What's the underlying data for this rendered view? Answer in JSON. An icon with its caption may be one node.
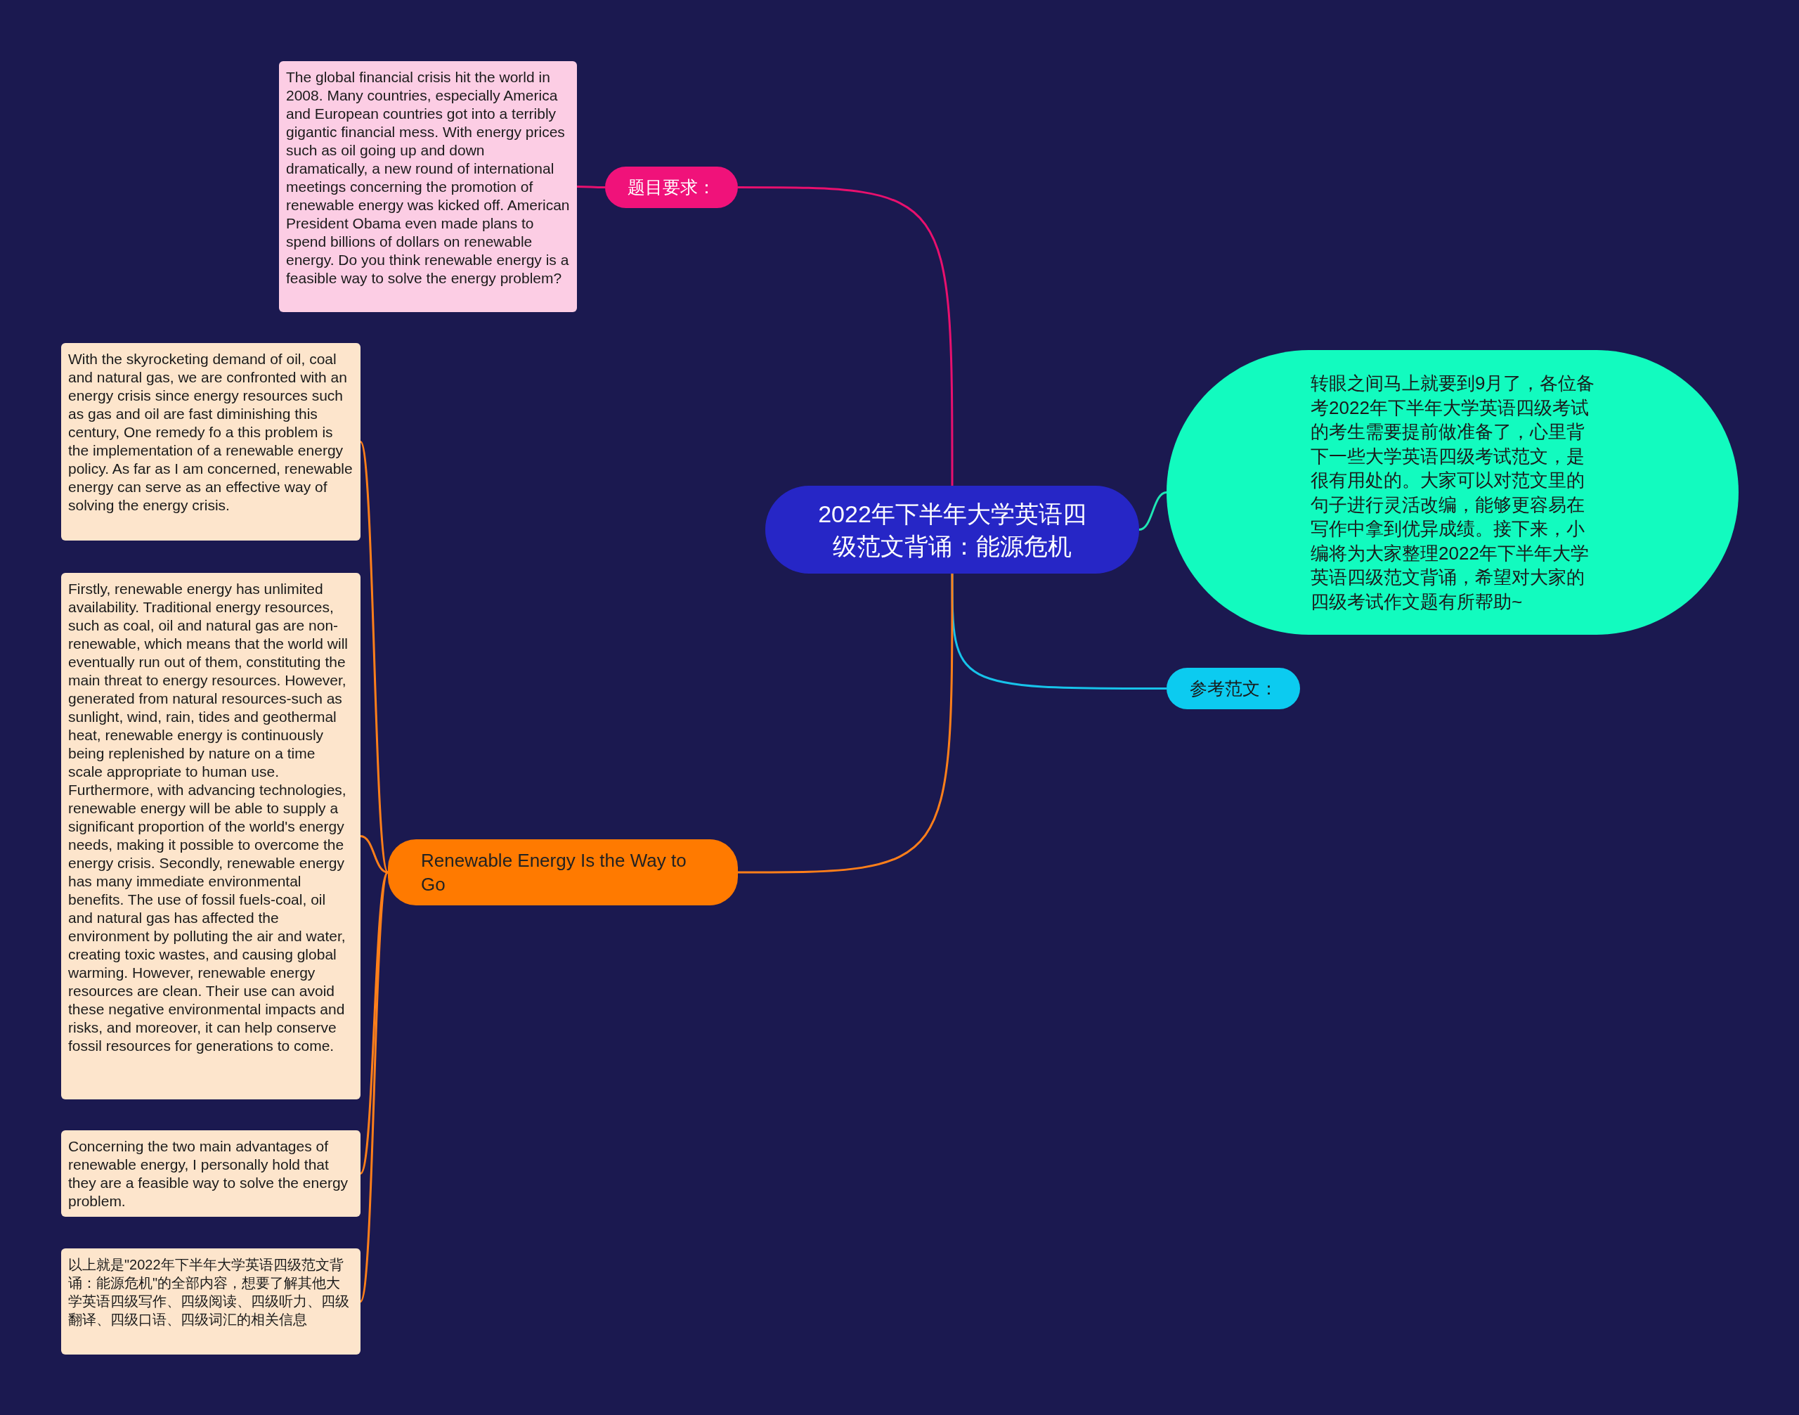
{
  "diagram": {
    "nodes": [
      {
        "text": [
          "2022年下半年大学英语四级范文背诵：能源危机"
        ]
      },
      {
        "text": [
          "题目要求："
        ]
      },
      {
        "text": [
          "The global financial crisis hit the world in 2008. Many countries, especially America and European countries got into a terribly gigantic financial mess. With energy prices such as oil going up and down dramatically, a new round of international meetings concerning the promotion of renewable energy was kicked off. American President Obama even made plans to spend billions of dollars on renewable energy. Do you think renewable energy is a feasible way to solve the energy problem?"
        ]
      },
      {
        "text": [
          "转眼之间马上就要到9月了，各位备考2022年下半年大学英语四级考试的考生需要提前做准备了，心里背下一些大学英语四级考试范文，是很有用处的。大家可以对范文里的句子进行灵活改编，能够更容易在写作中拿到优异成绩。接下来，小编将为大家整理2022年下半年大学英语四级范文背诵，希望对大家的四级考试作文题有所帮助~"
        ]
      },
      {
        "text": [
          "参考范文："
        ]
      },
      {
        "text": [
          "Renewable Energy Is the Way to Go"
        ]
      },
      {
        "text": [
          "With the skyrocketing demand of oil, coal and natural gas, we are confronted with an energy crisis since energy resources such as gas and oil are fast diminishing this century, One remedy fo a this problem is the implementation of a renewable energy policy. As far as I am concerned, renewable energy can serve as an effective way of solving the energy crisis."
        ]
      },
      {
        "text": [
          "Firstly, renewable energy has unlimited availability. Traditional energy resources, such as coal, oil and natural gas are non-renewable, which means that the world will eventually run out of them, constituting the main threat to energy resources. However, generated from natural resources-such as sunlight, wind, rain, tides and geothermal heat, renewable energy is continuously being replenished by nature on a time scale appropriate to human use. Furthermore, with advancing technologies, renewable energy will be able to supply a significant proportion of the world's energy needs, making it possible to overcome the energy crisis. Secondly, renewable energy has many immediate environmental benefits. The use of fossil fuels-coal, oil and natural gas has affected the environment by polluting the air and water, creating toxic wastes, and causing global warming. However, renewable energy resources are clean. Their use can avoid these negative environmental impacts and risks, and moreover, it can help conserve fossil resources for generations to come."
        ]
      },
      {
        "text": [
          "Concerning the two main advantages of renewable energy, I personally hold that they are a feasible way to solve the energy problem."
        ]
      },
      {
        "text": [
          "以上就是\"2022年下半年大学英语四级范文背诵：能源危机\"的全部内容，想要了解其他大学英语四级写作、四级阅读、四级听力、四级翻译、四级口语、四级词汇的相关信息"
        ]
      }
    ],
    "edges": [
      {
        "from": 0,
        "to": 1,
        "arrow": "none",
        "color": "#e8106e"
      },
      {
        "from": 1,
        "to": 2,
        "arrow": "none",
        "color": "#e8106e"
      },
      {
        "from": 0,
        "to": 3,
        "arrow": "none",
        "color": "#1ee6b4"
      },
      {
        "from": 0,
        "to": 4,
        "arrow": "none",
        "color": "#17c3ea"
      },
      {
        "from": 0,
        "to": 5,
        "arrow": "none"
      },
      {
        "from": 5,
        "to": 6,
        "arrow": "none"
      },
      {
        "from": 5,
        "to": 7,
        "arrow": "none"
      },
      {
        "from": 5,
        "to": 8,
        "arrow": "none"
      },
      {
        "from": 5,
        "to": 9,
        "arrow": "none"
      }
    ]
  }
}
